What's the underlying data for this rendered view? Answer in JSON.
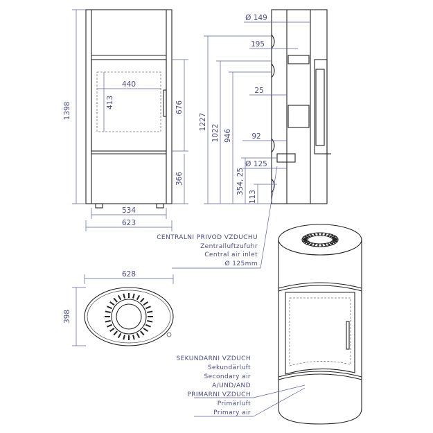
{
  "front_view": {
    "height_total": "1398",
    "height_door": "676",
    "height_base": "366",
    "glass_width": "440",
    "glass_height": "413",
    "width_body": "534",
    "width_total": "623"
  },
  "side_view": {
    "flue_diameter": "Ø 149",
    "flue_offset": "195",
    "h_1227": "1227",
    "h_1022": "1022",
    "h_946": "946",
    "offset_25": "25",
    "offset_92": "92",
    "inlet_diameter": "Ø 125",
    "h_354": "354, 25",
    "h_113": "113"
  },
  "central_air_label": {
    "line1": "CENTRALNI PRIVOD VZDUCHU",
    "line2": "Zentralluftzufuhr",
    "line3": "Central air inlet",
    "line4": "Ø 125mm"
  },
  "top_view": {
    "width": "628",
    "depth": "398"
  },
  "air_label": {
    "line1": "SEKUNDARNI VZDUCH",
    "line2": "Sekundärluft",
    "line3": "Secondary air",
    "line4": "A/UND/AND",
    "line5": "PRIMARNI VZDUCH",
    "line6": "Primärluft",
    "line7": "Primary air"
  }
}
